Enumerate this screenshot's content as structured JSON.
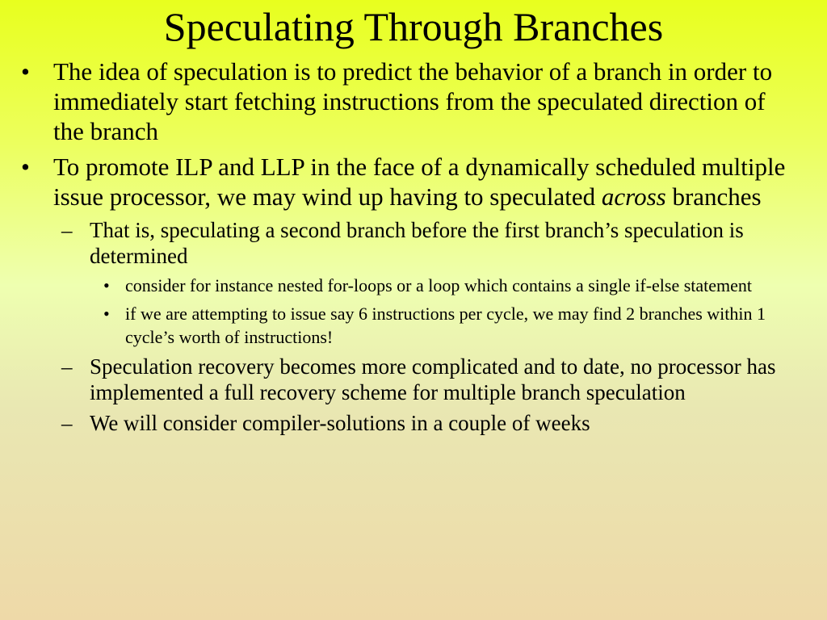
{
  "slide": {
    "title": "Speculating Through Branches",
    "bullet_l1": "•",
    "bullet_l2": "–",
    "bullet_l3": "•",
    "points": [
      {
        "text": "The idea of speculation is to predict the behavior of a branch in order to immediately start fetching instructions from the speculated direction of the branch"
      },
      {
        "text_before": "To promote ILP and LLP in the face of a dynamically scheduled multiple issue processor, we may wind up having to speculated ",
        "text_italic": "across",
        "text_after": " branches"
      }
    ],
    "sub_points": [
      {
        "text": "That is, speculating a second branch before the first branch’s speculation is determined"
      },
      {
        "text": "Speculation recovery becomes more complicated and to date, no processor has implemented a full recovery scheme for multiple branch speculation"
      },
      {
        "text": "We will consider compiler-solutions in a couple of weeks"
      }
    ],
    "sub_sub_points": [
      {
        "text": "consider for instance nested for-loops or a loop which contains a single if-else statement"
      },
      {
        "text": "if we are attempting to issue say 6 instructions per cycle, we may find 2 branches within 1 cycle’s worth of instructions!"
      }
    ]
  }
}
